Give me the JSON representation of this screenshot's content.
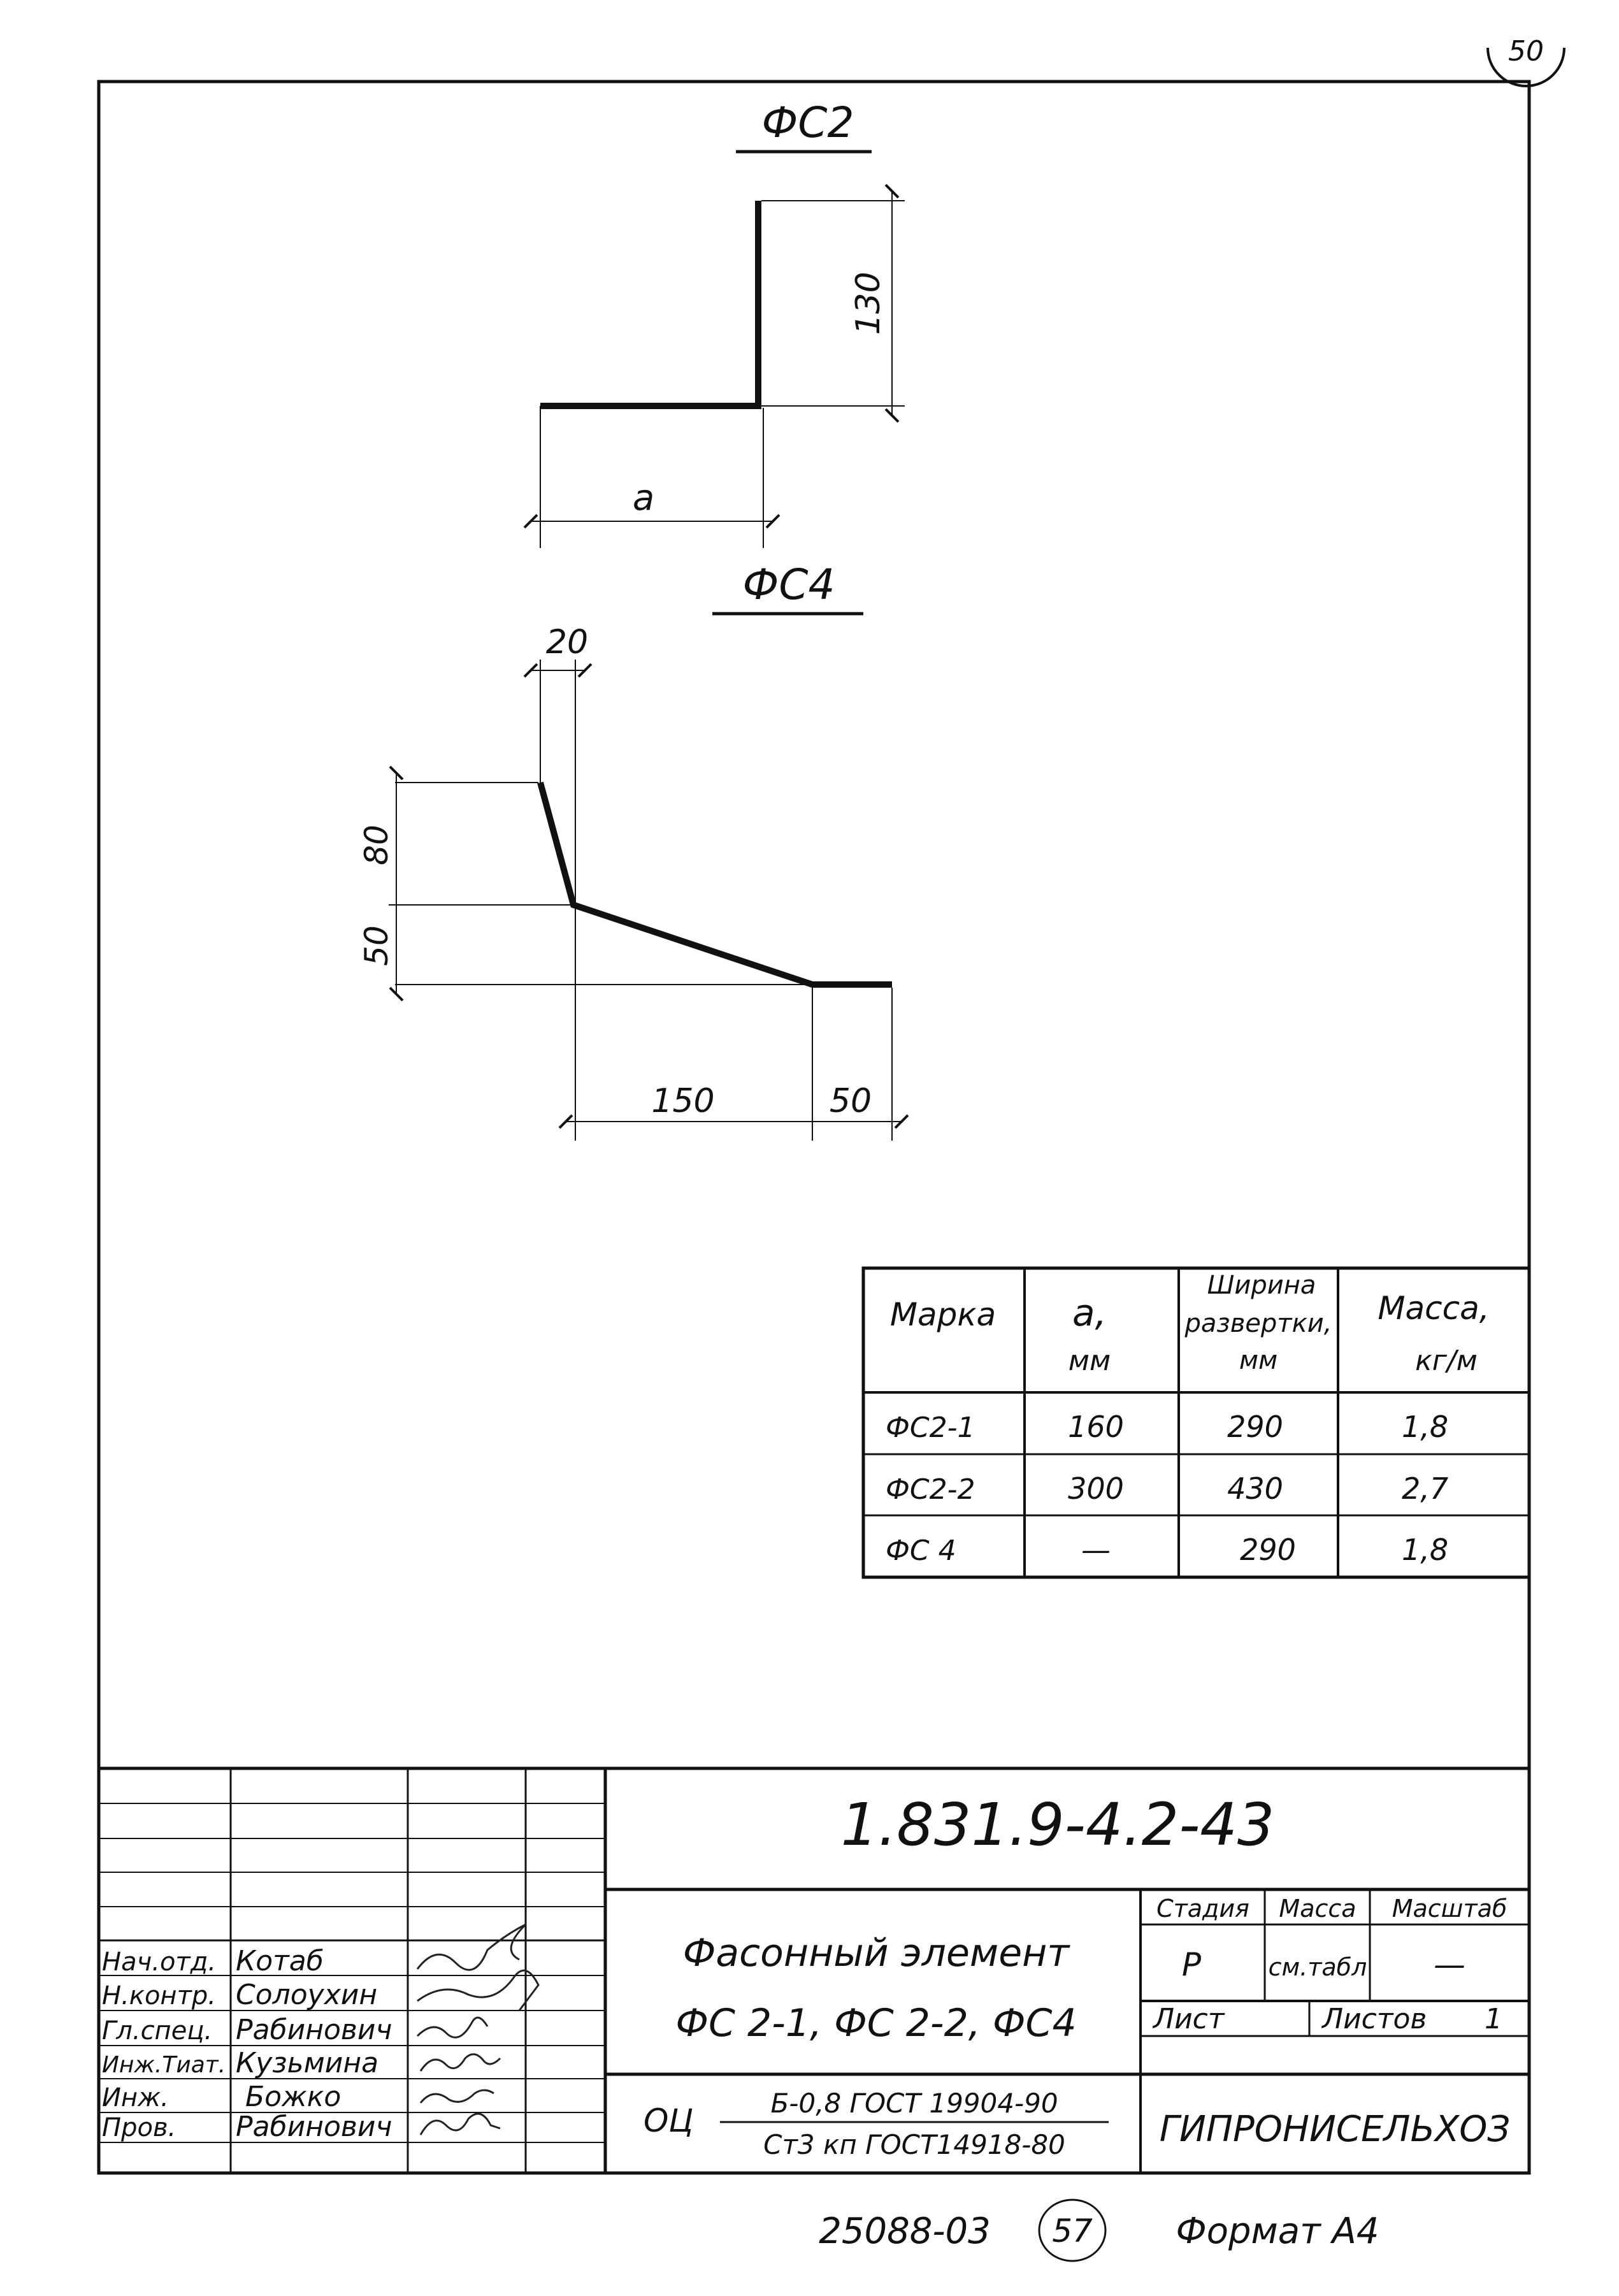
{
  "sheet_number": "50",
  "fs2": {
    "title": "ФС2",
    "dim_height": "130",
    "dim_a": "а"
  },
  "fs4": {
    "title": "ФС4",
    "dim_top": "20",
    "dim_80": "80",
    "dim_50_left": "50",
    "dim_150": "150",
    "dim_50_bottom": "50"
  },
  "table": {
    "headers": [
      "Марка",
      "а,",
      "мм",
      "Ширина",
      "развертки,",
      "мм",
      "Масса,",
      "кг/м"
    ],
    "rows": [
      [
        "ФС2-1",
        "160",
        "290",
        "1,8"
      ],
      [
        "ФС2-2",
        "300",
        "430",
        "2,7"
      ],
      [
        "ФС 4",
        "—",
        "290",
        "1,8"
      ]
    ]
  },
  "title_block": {
    "document_code": "1.831.9-4.2-43",
    "item_name_line1": "Фасонный элемент",
    "item_name_line2": "ФС 2-1, ФС 2-2, ФС4",
    "stage_label": "Стадия",
    "mass_label": "Масса",
    "scale_label": "Масштаб",
    "stage_value": "Р",
    "mass_value": "см.табл",
    "scale_value": "—",
    "sheet_label": "Лист",
    "sheets_label": "Листов",
    "sheets_value": "1",
    "material_prefix": "ОЦ",
    "material_line1": "Б-0,8 ГОСТ 19904-90",
    "material_line2": "Ст3 кп ГОСТ14918-80",
    "organization": "ГИПРОНИСЕЛЬХОЗ",
    "roles": [
      {
        "role": "Нач.отд.",
        "name": "Котаб"
      },
      {
        "role": "Н.контр.",
        "name": "Солоухин"
      },
      {
        "role": "Гл.спец.",
        "name": "Рабинович"
      },
      {
        "role": "Инж.Тиат.",
        "name": "Кузьмина"
      },
      {
        "role": "Инж.",
        "name": "Божко"
      },
      {
        "role": "Пров.",
        "name": "Рабинович"
      }
    ]
  },
  "footer": {
    "inventory": "25088-03",
    "page_circle": "57",
    "format": "Формат А4"
  }
}
